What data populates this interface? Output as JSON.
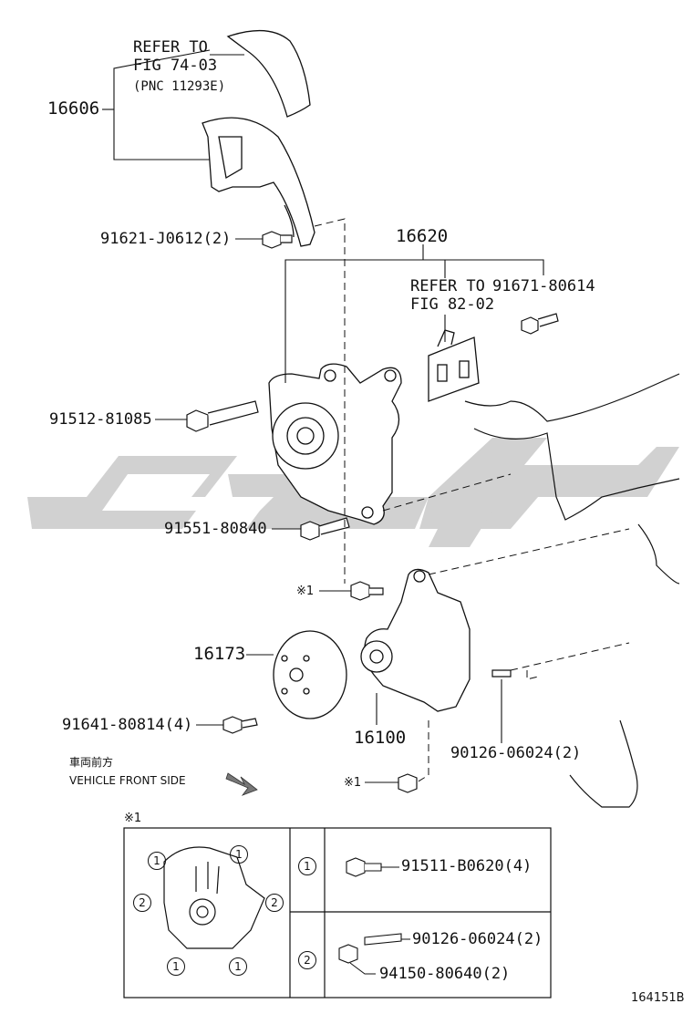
{
  "callouts": {
    "refer_fig74_line1": "REFER TO",
    "refer_fig74_line2": "FIG 74-03",
    "refer_fig74_line3": "(PNC 11293E)",
    "p16606": "16606",
    "p91621": "91621-J0612(2)",
    "p16620": "16620",
    "refer_fig82_line1": "REFER TO",
    "refer_fig82_line2": "FIG 82-02",
    "p91671": "91671-80614",
    "p91512": "91512-81085",
    "p91551": "91551-80840",
    "note_mark_1": "※1",
    "p16173": "16173",
    "p91641": "91641-80814(4)",
    "p16100": "16100",
    "p90126_main": "90126-06024(2)",
    "note_mark_2": "※1"
  },
  "direction": {
    "jp_label": "車両前方",
    "en_label": "VEHICLE FRONT SIDE"
  },
  "detail_box": {
    "title": "※1",
    "hole_markers": [
      "1",
      "1",
      "2",
      "2",
      "1",
      "1"
    ],
    "rows": [
      {
        "marker": "1",
        "parts": [
          "91511-B0620(4)"
        ]
      },
      {
        "marker": "2",
        "parts": [
          "90126-06024(2)",
          "94150-80640(2)"
        ]
      }
    ]
  },
  "figure_code": "164151B",
  "watermark": {
    "color": "#c8c8c8"
  }
}
